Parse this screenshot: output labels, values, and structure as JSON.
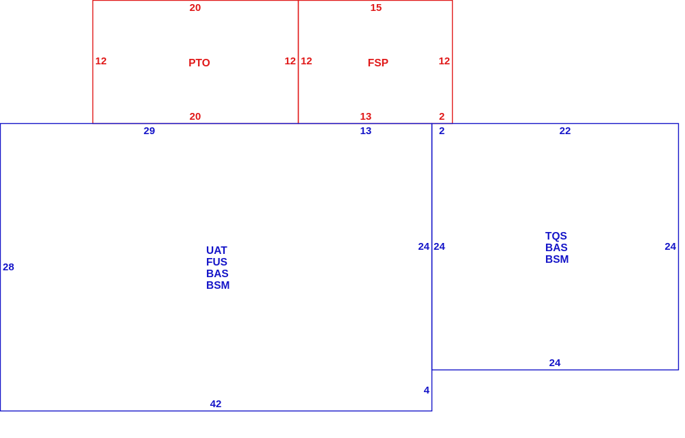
{
  "colors": {
    "upper_floor": "#e01818",
    "lower_floor": "#1414c8",
    "background": "#ffffff"
  },
  "rooms": {
    "pto": {
      "labels": [
        "PTO"
      ],
      "dims": {
        "top": "20",
        "left": "12",
        "right": "12",
        "bottom": "20"
      }
    },
    "fsp": {
      "labels": [
        "FSP"
      ],
      "dims": {
        "top": "15",
        "left": "12",
        "right": "12",
        "bottom": "13",
        "bottom_jog": "2"
      }
    },
    "uat": {
      "labels": [
        "UAT",
        "FUS",
        "BAS",
        "BSM"
      ],
      "dims": {
        "top": "29",
        "top_right": "13",
        "left": "28",
        "right": "24",
        "right_jog": "4",
        "bottom": "42"
      }
    },
    "tqs": {
      "labels": [
        "TQS",
        "BAS",
        "BSM"
      ],
      "dims": {
        "top": "22",
        "top_jog": "2",
        "left": "24",
        "right": "24",
        "bottom": "24"
      }
    }
  }
}
